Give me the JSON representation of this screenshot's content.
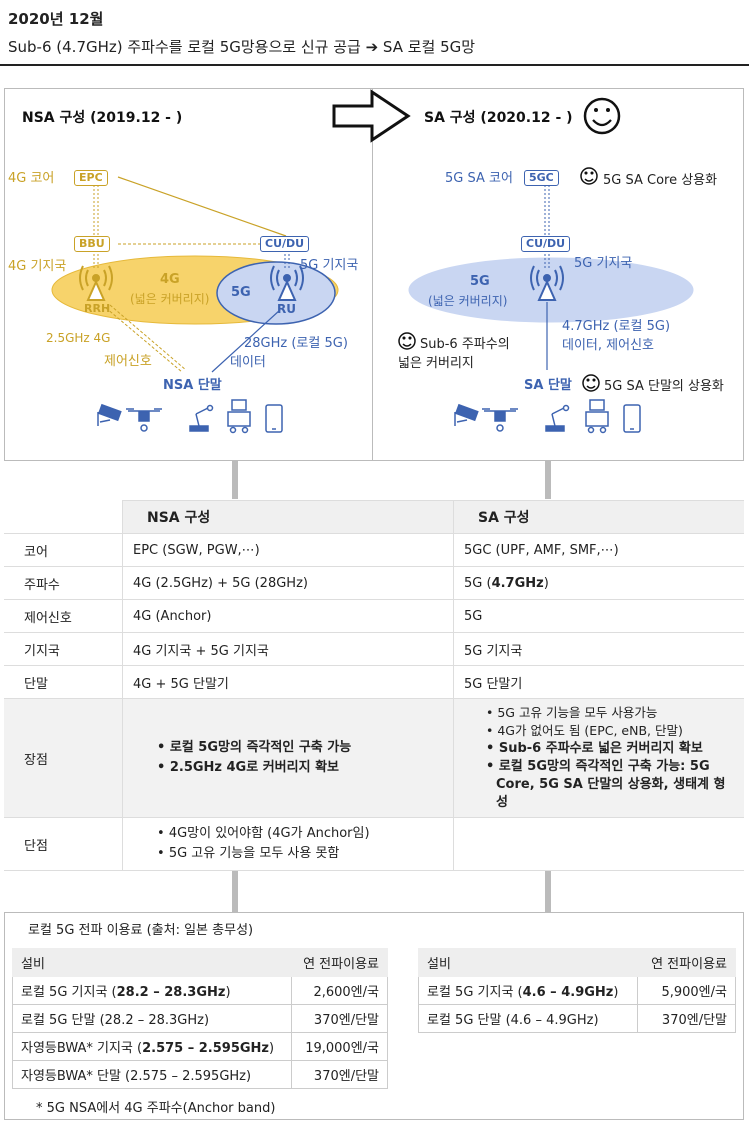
{
  "header": {
    "date": "2020년 12월",
    "subtitle": "Sub-6 (4.7GHz) 주파수를 로컬 5G망용으로 신규 공급 ➔ SA 로컬 5G망"
  },
  "nsa": {
    "title": "NSA 구성 (2019.12 - )",
    "core_label": "4G 코어",
    "epc_tag": "EPC",
    "bbu_tag": "BBU",
    "cudu_tag": "CU/DU",
    "bs4g_label": "4G 기지국",
    "bs5g_label": "5G 기지국",
    "rrh_label": "RRH",
    "ru_label": "RU",
    "cov4g_title": "4G",
    "cov4g_sub": "(넓은 커버리지)",
    "cov5g_title": "5G",
    "freq4g": "2.5GHz 4G",
    "ctrl_label": "제어신호",
    "freq5g_line1": "28GHz (로컬 5G)",
    "freq5g_line2": "데이터",
    "terminal_label": "NSA 단말"
  },
  "sa": {
    "title": "SA 구성 (2020.12 - )",
    "core_label": "5G SA 코어",
    "gc_tag": "5GC",
    "core_note": "5G SA Core 상용화",
    "cudu_tag": "CU/DU",
    "bs_label": "5G 기지국",
    "cov_title": "5G",
    "cov_sub": "(넓은 커버리지)",
    "freq_line1": "4.7GHz (로컬 5G)",
    "freq_line2": "데이터, 제어신호",
    "sub6_line1": "Sub-6 주파수의",
    "sub6_line2": "넓은 커버리지",
    "terminal_label": "SA 단말",
    "terminal_note": "5G SA 단말의 상용화"
  },
  "icons": [
    "cctv-icon",
    "drone-icon",
    "robot-arm-icon",
    "agv-robot-icon",
    "smartphone-icon"
  ],
  "colors": {
    "gold": "#c9a227",
    "blue": "#3d63b0",
    "yellow_fill": "#f7d36b",
    "blue_fill": "#c9d6f2"
  },
  "comparison": {
    "head": {
      "nsa": "NSA 구성",
      "sa": "SA 구성"
    },
    "rows": [
      {
        "label": "코어",
        "nsa": "EPC (SGW, PGW,⋯)",
        "sa": "5GC (UPF, AMF, SMF,⋯)"
      },
      {
        "label": "주파수",
        "nsa": "4G (2.5GHz) + 5G (28GHz)",
        "sa_prefix": "5G (",
        "sa_bold": "4.7GHz",
        "sa_suffix": ")"
      },
      {
        "label": "제어신호",
        "nsa": "4G (Anchor)",
        "sa": "5G"
      },
      {
        "label": "기지국",
        "nsa": "4G 기지국 + 5G 기지국",
        "sa": "5G 기지국"
      },
      {
        "label": "단말",
        "nsa": "4G + 5G 단말기",
        "sa": "5G 단말기"
      }
    ],
    "pros": {
      "label": "장점",
      "nsa": [
        "로컬 5G망의 즉각적인 구축 가능",
        "2.5GHz 4G로 커버리지 확보"
      ],
      "sa_normal": [
        "5G 고유 기능을 모두 사용가능",
        "4G가 없어도 됨 (EPC, eNB, 단말)"
      ],
      "sa_bold": [
        "Sub-6 주파수로 넓은 커버리지 확보",
        "로컬 5G망의 즉각적인 구축 가능: 5G Core, 5G SA 단말의 상용화, 생태계 형성"
      ]
    },
    "cons": {
      "label": "단점",
      "nsa": [
        "4G망이 있어야함 (4G가 Anchor임)",
        "5G 고유 기능을 모두 사용 못함"
      ]
    }
  },
  "fees": {
    "title": "로컬 5G 전파 이용료 (출처: 일본 총무성)",
    "left": {
      "head": [
        "설비",
        "연 전파이용료"
      ],
      "rows": [
        {
          "pre": "로컬 5G 기지국 (",
          "bold": "28.2 – 28.3GHz",
          "post": ")",
          "fee": "2,600엔/국"
        },
        {
          "pre": "로컬 5G 단말 (28.2 – 28.3GHz)",
          "bold": "",
          "post": "",
          "fee": "370엔/단말"
        },
        {
          "pre": "자영등BWA* 기지국 (",
          "bold": "2.575 – 2.595GHz",
          "post": ")",
          "fee": "19,000엔/국"
        },
        {
          "pre": "자영등BWA* 단말 (2.575 – 2.595GHz)",
          "bold": "",
          "post": "",
          "fee": "370엔/단말"
        }
      ]
    },
    "right": {
      "head": [
        "설비",
        "연 전파이용료"
      ],
      "rows": [
        {
          "pre": "로컬 5G 기지국 (",
          "bold": "4.6 – 4.9GHz",
          "post": ")",
          "fee": "5,900엔/국"
        },
        {
          "pre": "로컬 5G 단말 (4.6 – 4.9GHz)",
          "bold": "",
          "post": "",
          "fee": "370엔/단말"
        }
      ]
    },
    "footnote": "* 5G NSA에서 4G 주파수(Anchor band)"
  }
}
